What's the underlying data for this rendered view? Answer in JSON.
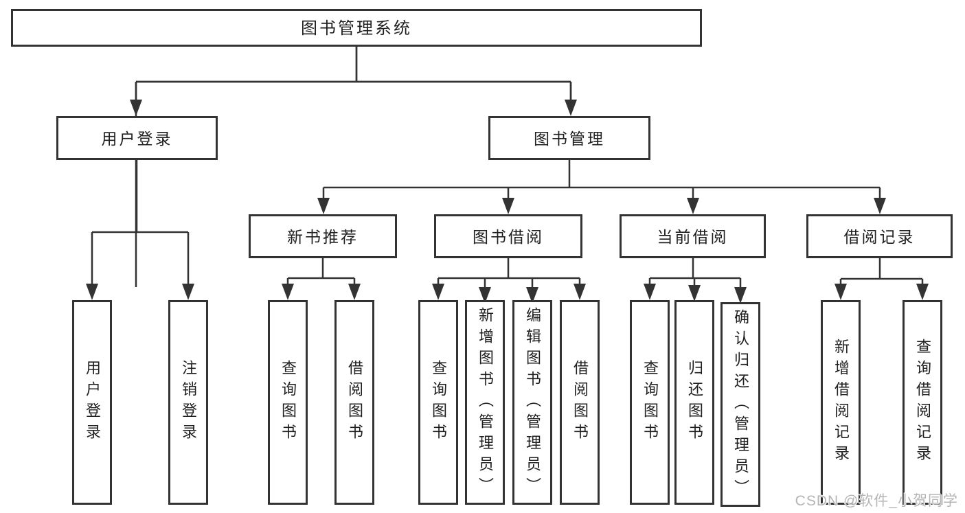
{
  "diagram_type": "hierarchy-function-structure",
  "tree": {
    "label": "图书管理系统",
    "children": [
      {
        "label": "用户登录",
        "children": [
          {
            "label": "用户登录"
          },
          {
            "label": "注销登录"
          }
        ]
      },
      {
        "label": "图书管理",
        "children": [
          {
            "label": "新书推荐",
            "children": [
              {
                "label": "查询图书"
              },
              {
                "label": "借阅图书"
              }
            ]
          },
          {
            "label": "图书借阅",
            "children": [
              {
                "label": "查询图书"
              },
              {
                "label": "新增图书（管理员）"
              },
              {
                "label": "编辑图书（管理员）"
              },
              {
                "label": "借阅图书"
              }
            ]
          },
          {
            "label": "当前借阅",
            "children": [
              {
                "label": "查询图书"
              },
              {
                "label": "归还图书"
              },
              {
                "label": "确认归还（管理员）"
              }
            ]
          },
          {
            "label": "借阅记录",
            "children": [
              {
                "label": "新增借阅记录"
              },
              {
                "label": "查询借阅记录"
              }
            ]
          }
        ]
      }
    ]
  },
  "watermark": {
    "text": "CSDN @软件_小贺同学"
  },
  "colors": {
    "line": "#333333",
    "text": "#1f1f1f",
    "watermark": "#b5b5b5",
    "background": "#ffffff"
  }
}
